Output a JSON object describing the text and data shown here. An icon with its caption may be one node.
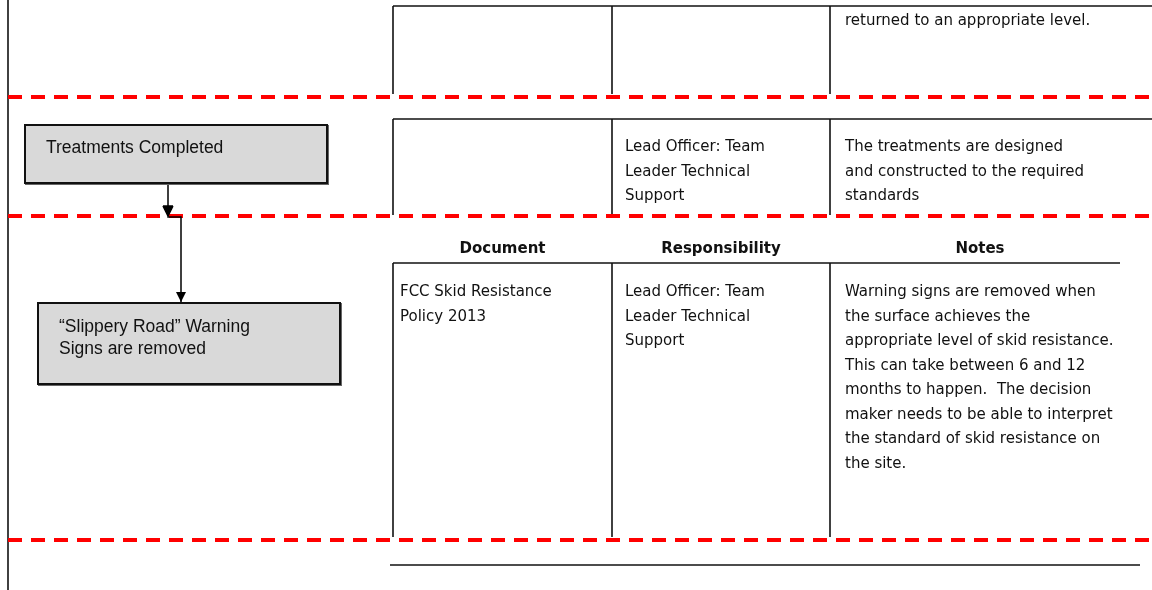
{
  "diagram": {
    "nodes": [
      {
        "text": [
          "Treatments Completed"
        ]
      },
      {
        "text": [
          "“Slippery Road” Warning Signs are removed"
        ]
      }
    ],
    "edges": [
      {
        "from": 0,
        "to": 1,
        "arrow": "to"
      }
    ],
    "labels": [
      "returned to an appropriate level.",
      "Lead Officer: Team Leader Technical Support",
      "The treatments are designed and constructed to the required standards",
      "Document",
      "Responsibility",
      "Notes",
      "FCC Skid Resistance Policy 2013",
      "Lead Officer: Team Leader Technical Support",
      "Warning signs are removed when the surface achieves the appropriate level of skid resistance. This can take between 6 and 12 months to happen.  The decision maker needs to be able to interpret the standard of skid resistance on the site."
    ]
  }
}
